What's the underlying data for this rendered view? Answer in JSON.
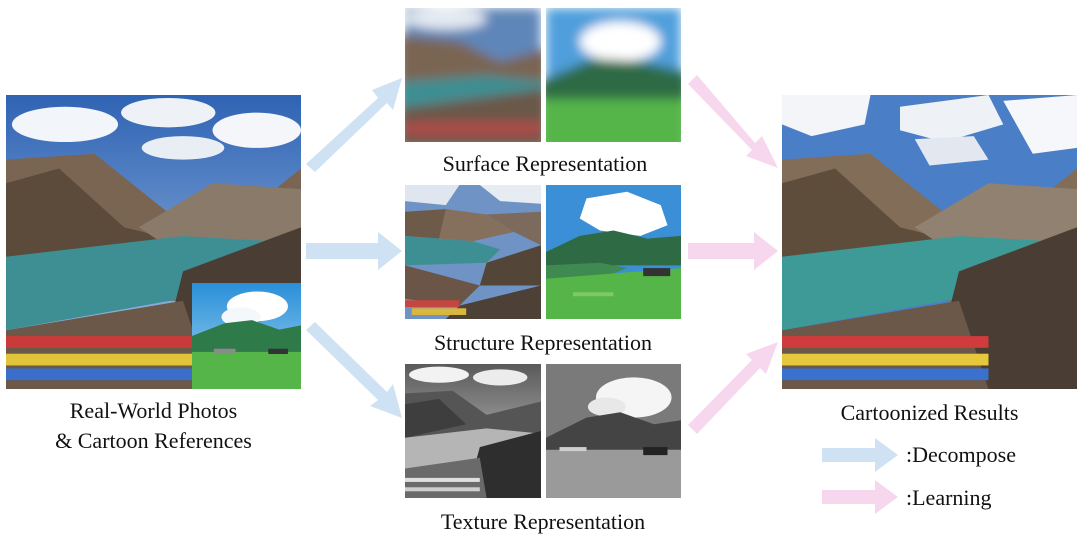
{
  "labels": {
    "input": [
      "Real-World Photos",
      "& Cartoon References"
    ],
    "surface": "Surface Representation",
    "structure": "Structure Representation",
    "texture": "Texture Representation",
    "output": "Cartoonized Results"
  },
  "legend": {
    "decompose": ":Decompose",
    "learning": ":Learning"
  },
  "colors": {
    "decompose_arrow": "#cfe2f3",
    "learning_arrow": "#f7d7ee",
    "sky": "#3f77c4",
    "lake": "#3e8f93",
    "mountain": "#7a6552",
    "grass": "#55b548"
  }
}
